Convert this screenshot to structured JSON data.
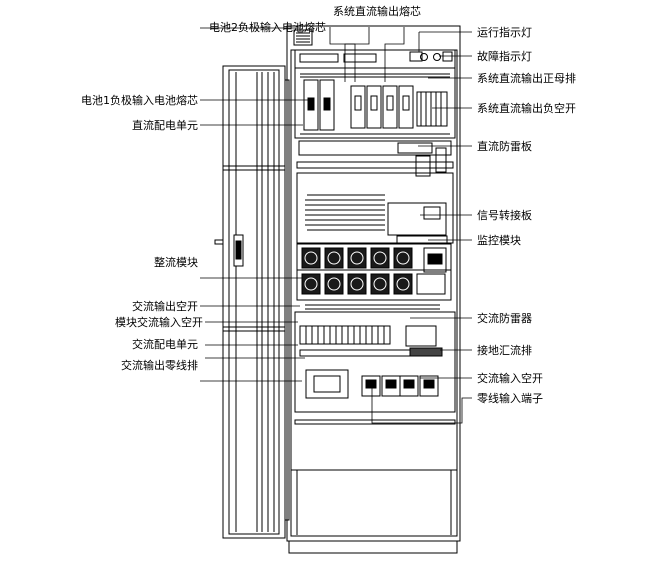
{
  "diagram": {
    "labels_right": [
      {
        "id": "sys-dc-out-fuse",
        "text": "系统直流输出熔芯"
      },
      {
        "id": "run-indicator",
        "text": "运行指示灯"
      },
      {
        "id": "fault-indicator",
        "text": "故障指示灯"
      },
      {
        "id": "sys-dc-pos-busbar",
        "text": "系统直流输出正母排"
      },
      {
        "id": "sys-dc-neg-breaker",
        "text": "系统直流输出负空开"
      },
      {
        "id": "dc-surge-board",
        "text": "直流防雷板"
      },
      {
        "id": "signal-adapter-board",
        "text": "信号转接板"
      },
      {
        "id": "monitor-module",
        "text": "监控模块"
      },
      {
        "id": "ac-surge-protector",
        "text": "交流防雷器"
      },
      {
        "id": "ground-busbar",
        "text": "接地汇流排"
      },
      {
        "id": "ac-input-breaker",
        "text": "交流输入空开"
      },
      {
        "id": "neutral-input-terminal",
        "text": "零线输入端子"
      }
    ],
    "labels_left": [
      {
        "id": "battery2-neg-fuse",
        "text": "电池2负极输入电池熔芯"
      },
      {
        "id": "battery1-neg-fuse",
        "text": "电池1负极输入电池熔芯"
      },
      {
        "id": "dc-distribution-unit",
        "text": "直流配电单元"
      },
      {
        "id": "rectifier-module",
        "text": "整流模块"
      },
      {
        "id": "ac-output-breaker",
        "text": "交流输出空开"
      },
      {
        "id": "module-ac-input-breaker",
        "text": "模块交流输入空开"
      },
      {
        "id": "ac-distribution-unit",
        "text": "交流配电单元"
      },
      {
        "id": "ac-output-neutral-bar",
        "text": "交流输出零线排"
      }
    ]
  }
}
